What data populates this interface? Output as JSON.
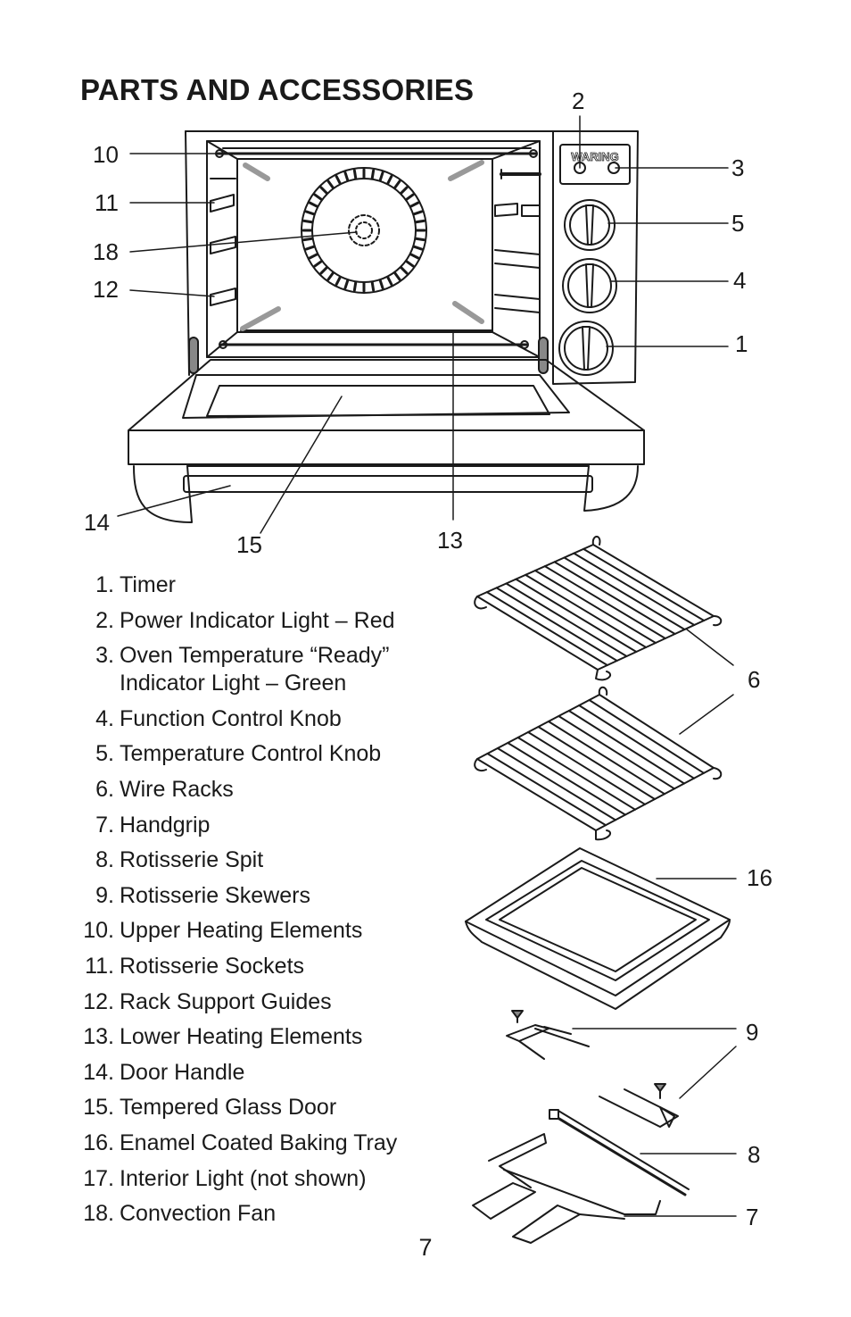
{
  "title": "PARTS AND ACCESSORIES",
  "brand_logo": "WARING",
  "callouts": {
    "c1": "1",
    "c2": "2",
    "c3": "3",
    "c4": "4",
    "c5": "5",
    "c6": "6",
    "c7": "7",
    "c8": "8",
    "c9": "9",
    "c10": "10",
    "c11": "11",
    "c12": "12",
    "c13": "13",
    "c14": "14",
    "c15": "15",
    "c16": "16",
    "c18": "18"
  },
  "parts": [
    {
      "number": "1.",
      "name": "Timer"
    },
    {
      "number": "2.",
      "name": "Power Indicator Light – Red"
    },
    {
      "number": "3.",
      "name": "Oven Temperature “Ready” Indicator Light – Green"
    },
    {
      "number": "4.",
      "name": "Function Control Knob"
    },
    {
      "number": "5.",
      "name": "Temperature Control Knob"
    },
    {
      "number": "6.",
      "name": "Wire Racks"
    },
    {
      "number": "7.",
      "name": "Handgrip"
    },
    {
      "number": "8.",
      "name": "Rotisserie Spit"
    },
    {
      "number": "9.",
      "name": "Rotisserie Skewers"
    },
    {
      "number": "10.",
      "name": "Upper Heating Elements"
    },
    {
      "number": "11.",
      "name": "Rotisserie Sockets"
    },
    {
      "number": "12.",
      "name": "Rack Support Guides"
    },
    {
      "number": "13.",
      "name": "Lower Heating Elements"
    },
    {
      "number": "14.",
      "name": "Door Handle"
    },
    {
      "number": "15.",
      "name": "Tempered Glass Door"
    },
    {
      "number": "16.",
      "name": "Enamel Coated Baking Tray"
    },
    {
      "number": "17.",
      "name": "Interior Light (not shown)"
    },
    {
      "number": "18.",
      "name": "Convection Fan"
    }
  ],
  "page_number": "7"
}
